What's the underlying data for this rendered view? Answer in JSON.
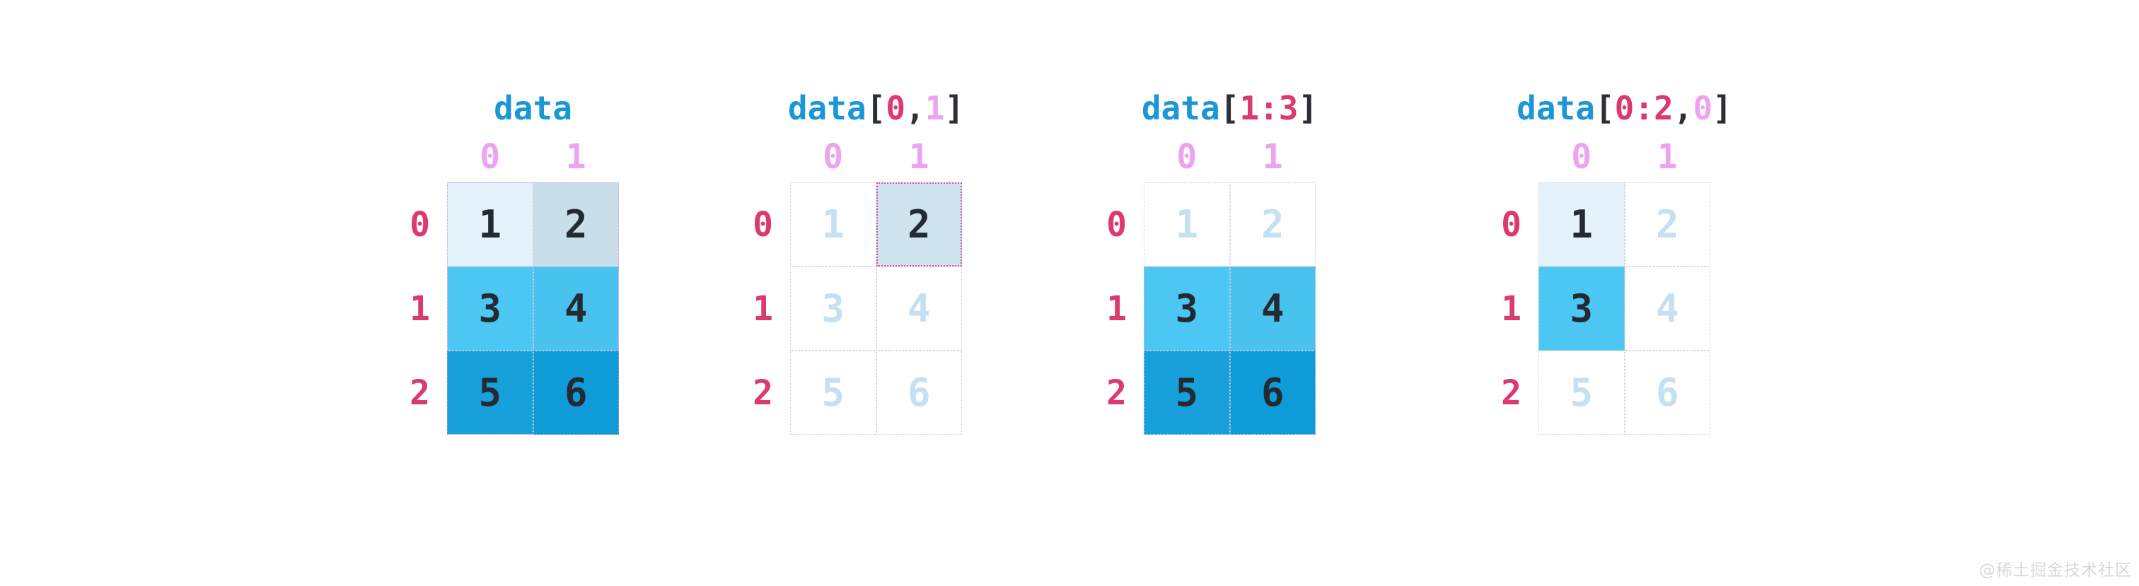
{
  "colors": {
    "background": "#ffffff",
    "name_blue": "#1b97d5",
    "punct_dark": "#2e2e38",
    "index_row_crimson": "#dc3a6d",
    "index_col_violet": "#eda4f0",
    "digit_dark": "#242a32",
    "digit_faded": "#c5e0f2",
    "cell_border": "#d5cbdf",
    "grid_outline": "#cf9ec6",
    "highlight_border": "#d6568f",
    "watermark_gray": "#d8d8d8"
  },
  "watermark": "@稀土掘金技术社区",
  "diagrams": [
    {
      "expression": "data",
      "tokens": [
        {
          "t": "data",
          "c": "#1b97d5"
        }
      ],
      "col_labels": [
        "0",
        "1"
      ],
      "row_labels": [
        "0",
        "1",
        "2"
      ],
      "cells": [
        {
          "v": "1",
          "bg": "#e4f3fb",
          "fg": "#242a32"
        },
        {
          "v": "2",
          "bg": "#c8dfea",
          "fg": "#242a32"
        },
        {
          "v": "3",
          "bg": "#4cc6f2",
          "fg": "#242a32"
        },
        {
          "v": "4",
          "bg": "#49c2ee",
          "fg": "#242a32"
        },
        {
          "v": "5",
          "bg": "#18a0da",
          "fg": "#242a32"
        },
        {
          "v": "6",
          "bg": "#0f9ad8",
          "fg": "#242a32"
        }
      ]
    },
    {
      "expression": "data[0,1]",
      "tokens": [
        {
          "t": "data",
          "c": "#1b97d5"
        },
        {
          "t": "[",
          "c": "#2e2e38"
        },
        {
          "t": "0",
          "c": "#dc3a6d"
        },
        {
          "t": ",",
          "c": "#2e2e38"
        },
        {
          "t": "1",
          "c": "#eda4f0"
        },
        {
          "t": "]",
          "c": "#2e2e38"
        }
      ],
      "col_labels": [
        "0",
        "1"
      ],
      "row_labels": [
        "0",
        "1",
        "2"
      ],
      "cells": [
        {
          "v": "1",
          "bg": "#ffffff",
          "fg": "#c5e0f2"
        },
        {
          "v": "2",
          "bg": "#cfe3ee",
          "fg": "#242a32",
          "highlighted": true
        },
        {
          "v": "3",
          "bg": "#ffffff",
          "fg": "#c5e0f2"
        },
        {
          "v": "4",
          "bg": "#ffffff",
          "fg": "#c5e0f2"
        },
        {
          "v": "5",
          "bg": "#ffffff",
          "fg": "#c5e0f2"
        },
        {
          "v": "6",
          "bg": "#ffffff",
          "fg": "#c5e0f2"
        }
      ]
    },
    {
      "expression": "data[1:3]",
      "tokens": [
        {
          "t": "data",
          "c": "#1b97d5"
        },
        {
          "t": "[",
          "c": "#2e2e38"
        },
        {
          "t": "1:3",
          "c": "#dc3a6d"
        },
        {
          "t": "]",
          "c": "#2e2e38"
        }
      ],
      "col_labels": [
        "0",
        "1"
      ],
      "row_labels": [
        "0",
        "1",
        "2"
      ],
      "cells": [
        {
          "v": "1",
          "bg": "#ffffff",
          "fg": "#c5e0f2"
        },
        {
          "v": "2",
          "bg": "#ffffff",
          "fg": "#c5e0f2"
        },
        {
          "v": "3",
          "bg": "#4cc6f2",
          "fg": "#242a32"
        },
        {
          "v": "4",
          "bg": "#49c2ee",
          "fg": "#242a32"
        },
        {
          "v": "5",
          "bg": "#18a0da",
          "fg": "#242a32"
        },
        {
          "v": "6",
          "bg": "#0f9ad8",
          "fg": "#242a32"
        }
      ]
    },
    {
      "expression": "data[0:2,0]",
      "tokens": [
        {
          "t": "data",
          "c": "#1b97d5"
        },
        {
          "t": "[",
          "c": "#2e2e38"
        },
        {
          "t": "0:2",
          "c": "#dc3a6d"
        },
        {
          "t": ",",
          "c": "#2e2e38"
        },
        {
          "t": "0",
          "c": "#eda4f0"
        },
        {
          "t": "]",
          "c": "#2e2e38"
        }
      ],
      "col_labels": [
        "0",
        "1"
      ],
      "row_labels": [
        "0",
        "1",
        "2"
      ],
      "cells": [
        {
          "v": "1",
          "bg": "#e4f3fb",
          "fg": "#242a32"
        },
        {
          "v": "2",
          "bg": "#ffffff",
          "fg": "#c5e0f2"
        },
        {
          "v": "3",
          "bg": "#4cc6f2",
          "fg": "#242a32"
        },
        {
          "v": "4",
          "bg": "#ffffff",
          "fg": "#c5e0f2"
        },
        {
          "v": "5",
          "bg": "#ffffff",
          "fg": "#c5e0f2"
        },
        {
          "v": "6",
          "bg": "#ffffff",
          "fg": "#c5e0f2"
        }
      ]
    }
  ]
}
